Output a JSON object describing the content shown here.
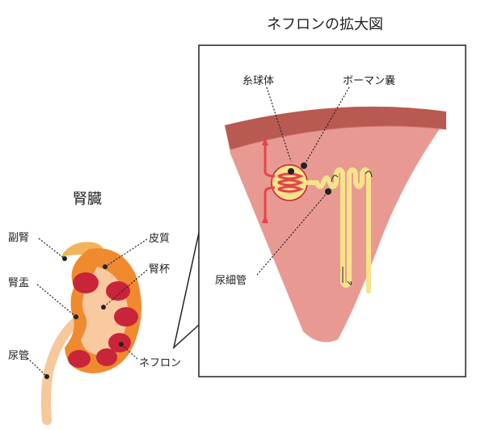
{
  "zoom_title": "ネフロンの拡大図",
  "kidney_title": "腎臓",
  "labels": {
    "adrenal": "副腎",
    "cortex": "皮質",
    "calyx": "腎杯",
    "pelvis": "腎盂",
    "ureter": "尿管",
    "nephron": "ネフロン",
    "glomerulus": "糸球体",
    "bowman": "ボーマン嚢",
    "tubule": "尿細管"
  },
  "colors": {
    "frame_border": "#222222",
    "kidney_outer": "#f08a2e",
    "kidney_inner": "#f9c9a0",
    "pyramid": "#c8243a",
    "adrenal": "#f2b45a",
    "ureter": "#f6c89a",
    "wedge_light": "#e89a92",
    "wedge_dark": "#b85a52",
    "glomerulus": "#e8424a",
    "tubule_yellow": "#f6e38a"
  }
}
